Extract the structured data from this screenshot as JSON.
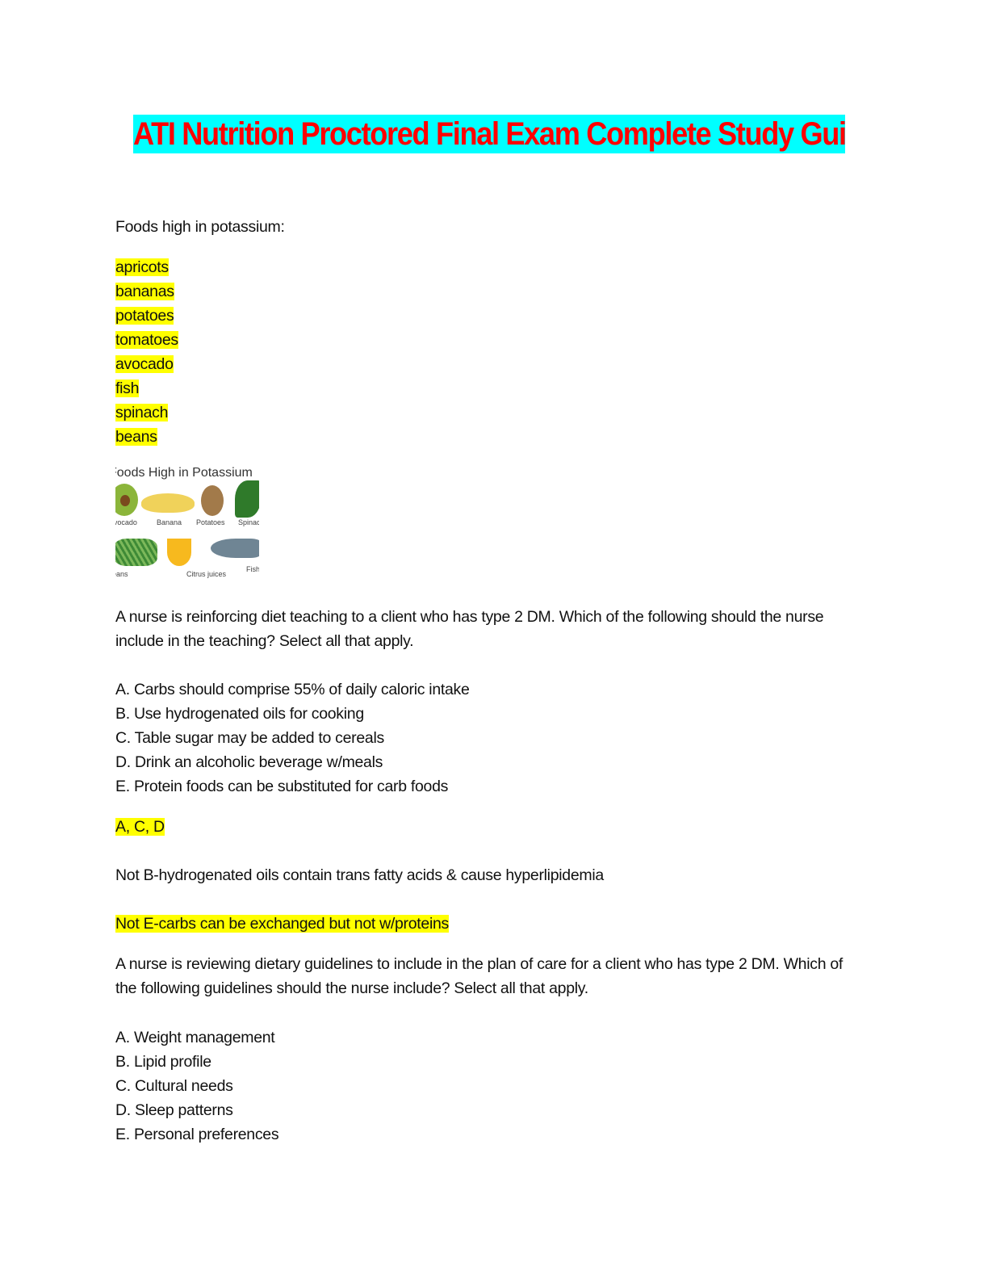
{
  "title": "ATI Nutrition Proctored Final Exam Complete Study Guide",
  "colors": {
    "title_text": "#ff0000",
    "title_highlight": "#00ffff",
    "highlight": "#ffff00"
  },
  "potassium": {
    "heading": "Foods high in potassium:",
    "items": [
      "apricots",
      "bananas",
      "potatoes",
      "tomatoes",
      "avocado",
      "fish",
      "spinach",
      "beans"
    ]
  },
  "image": {
    "title": "Foods High in Potassium",
    "labels": [
      "Avocado",
      "Banana",
      "Potatoes",
      "Spinach",
      "Beans",
      "Citrus juices",
      "Fish"
    ]
  },
  "question1": {
    "lines": [
      "A nurse is reinforcing diet teaching to a client who has type 2 DM. Which of the following should the nurse",
      "include in the teaching? Select all that apply."
    ],
    "options": [
      "A. Carbs should comprise 55% of daily caloric intake",
      "B. Use hydrogenated oils for cooking",
      "C. Table sugar may be added to cereals",
      "D. Drink an alcoholic beverage w/meals",
      "E. Protein foods can be substituted for carb foods"
    ],
    "answer": "A, C, D",
    "rationale_b": "Not B-hydrogenated oils contain trans fatty acids & cause hyperlipidemia",
    "rationale_e": "Not E-carbs can be exchanged but not w/proteins"
  },
  "question2": {
    "lines": [
      "A nurse is reviewing dietary guidelines to include in the plan of care for a client who has type 2 DM. Which of",
      "the following guidelines should the nurse include? Select all that apply."
    ],
    "options": [
      "A. Weight management",
      "B. Lipid profile",
      "C. Cultural needs",
      "D. Sleep patterns",
      "E. Personal preferences"
    ]
  }
}
